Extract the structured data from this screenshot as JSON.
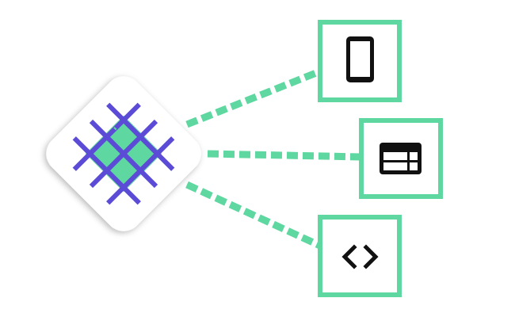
{
  "diagram": {
    "accent_color": "#5ed7a0",
    "hub_pattern_color": "#5b4bd6",
    "hub_fill_color": "#ffffff",
    "connector_style": "dashed",
    "hub": {
      "icon": "woven-lattice-logo-icon"
    },
    "nodes": [
      {
        "id": "mobile",
        "icon": "smartphone-icon"
      },
      {
        "id": "web",
        "icon": "browser-window-icon"
      },
      {
        "id": "code",
        "icon": "code-brackets-icon"
      }
    ]
  }
}
